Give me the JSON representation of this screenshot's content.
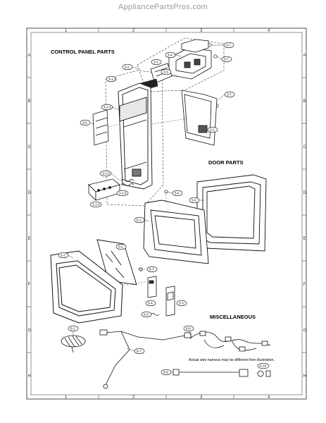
{
  "header": {
    "site_title": "AppliancePartsPros.com"
  },
  "frame": {
    "top_numbers": [
      "1",
      "2",
      "3",
      "4"
    ],
    "bottom_numbers": [
      "1",
      "2",
      "3",
      "4"
    ],
    "side_letters": [
      "A",
      "B",
      "C",
      "D",
      "E",
      "F",
      "G",
      "H"
    ]
  },
  "sections": {
    "control_panel": "CONTROL PANEL PARTS",
    "door": "DOOR PARTS",
    "misc": "MISCELLANEOUS"
  },
  "note": "Actual wire harness may be different from illustration.",
  "callouts": {
    "c3_2": "3-2",
    "c3_3": "3-3",
    "c3_4": "3-4",
    "c3_5": "3-5",
    "c3_6": "3-6",
    "c3_7a": "3-7",
    "c3_7b": "3-7",
    "c3_1": "3-1",
    "c3_1_1": "3-1-1",
    "c3_1_2": "3-1-2",
    "c3_1_3": "3-1-3",
    "c3_1_4": "3-1-4",
    "c3_1_5": "3-1-5",
    "c3_7c": "3-7",
    "c5_8": "5-8",
    "c5_6": "5-6",
    "c5_1": "5-1",
    "c5_5": "5-5",
    "c5_2": "5-2",
    "c5_7": "5-7",
    "c5_4": "5-4",
    "c5_3": "5-3",
    "c5_9": "5-9",
    "c6_1": "6-1",
    "c6_7": "6-7",
    "c6_8": "6-8",
    "c6_9": "6-9",
    "c6_10": "6-10"
  }
}
